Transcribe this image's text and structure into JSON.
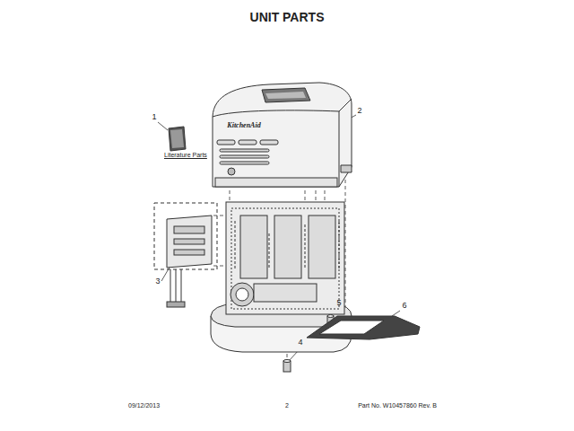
{
  "diagram": {
    "title": "UNIT PARTS",
    "labels": [
      "1",
      "Literature Parts",
      "2",
      "KitchenAid",
      "3",
      "4",
      "5",
      "6",
      "09/12/2013",
      "2",
      "Part No. W10457860 Rev. B"
    ]
  }
}
